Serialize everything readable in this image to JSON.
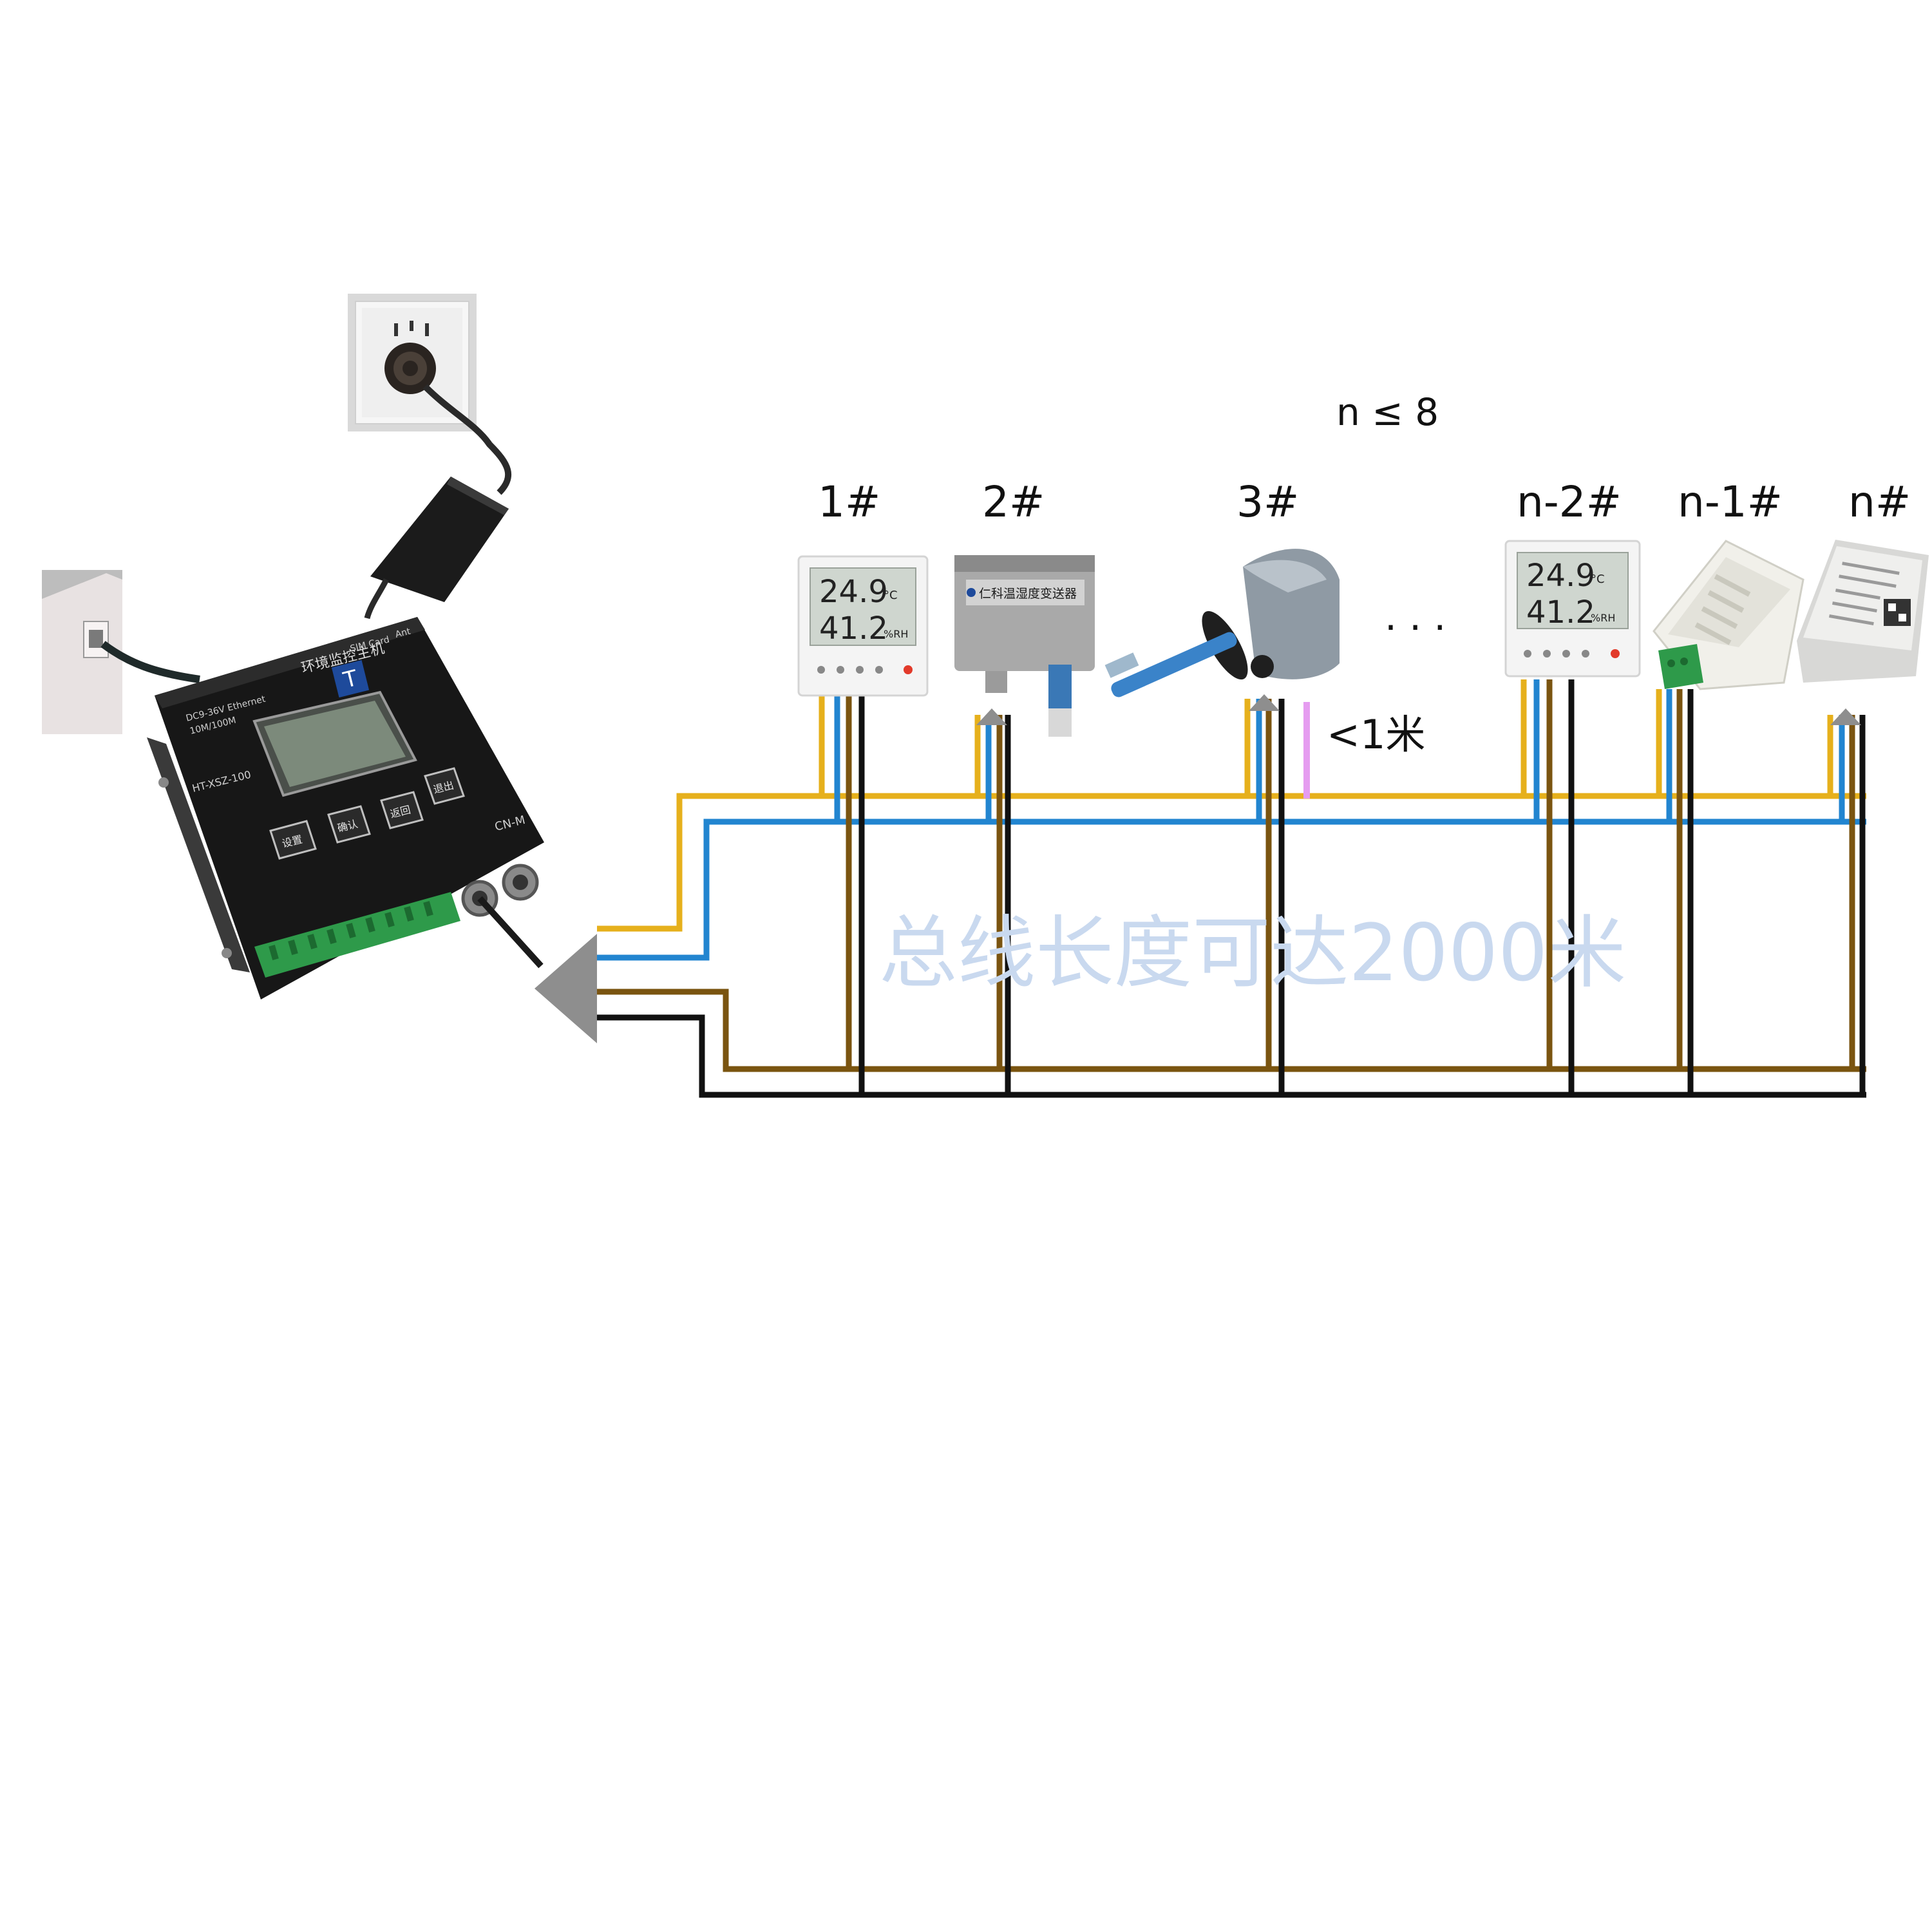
{
  "diagram": {
    "count_label": "n ≤ 8",
    "bus_length_label": "总线长度可达2000米",
    "branch_length_label": "<1米",
    "ellipsis": "· · ·",
    "wire_colors": {
      "yellow": "#e6b01c",
      "blue": "#2285d0",
      "brown": "#7a5410",
      "black": "#111111",
      "dimension": "#e59cf0",
      "watermark": "#c9d9ef"
    },
    "nodes": [
      {
        "label": "1#",
        "type": "lcd-panel-sensor"
      },
      {
        "label": "2#",
        "type": "box-transmitter",
        "device_text": "仁科温湿度变送器"
      },
      {
        "label": "3#",
        "type": "duct-probe-sensor"
      },
      {
        "label": "n-2#",
        "type": "lcd-panel-sensor"
      },
      {
        "label": "n-1#",
        "type": "din-rail-sensor"
      },
      {
        "label": "n#",
        "type": "labeled-box-sensor"
      }
    ],
    "lcd_display": {
      "temperature": "24.9",
      "temp_unit": "°C",
      "humidity": "41.2",
      "hum_unit": "%RH"
    },
    "host": {
      "title": "环境监控主机",
      "model": "HT-XSZ-100",
      "power_spec": "DC9-36V Ethernet",
      "net_spec": "10M/100M",
      "ports": [
        "Ant",
        "SIM Card",
        "CN-M"
      ],
      "buttons": [
        "设置",
        "确认",
        "返回",
        "退出"
      ]
    }
  }
}
